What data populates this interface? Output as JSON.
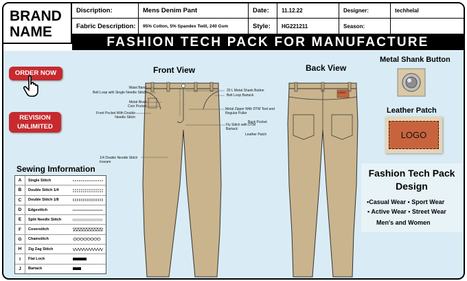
{
  "header": {
    "brand": "BRAND NAME",
    "discription_label": "Discription:",
    "discription_value": "Mens Denim Pant",
    "fabric_label": "Fabric Description:",
    "fabric_value": "95% Cotton, 5% Spandex Twill, 240 Gsm",
    "date_label": "Date:",
    "date_value": "11.12.22",
    "style_label": "Style:",
    "style_value": "HG221211",
    "designer_label": "Designer:",
    "designer_value": "techhelal",
    "season_label": "Season:",
    "season_value": "",
    "banner": "FASHION TECH PACK FOR MANUFACTURE"
  },
  "buttons": {
    "order_now": "ORDER NOW",
    "revision": "REVISION UNLIMITED"
  },
  "views": {
    "front_title": "Front View",
    "back_title": "Back View",
    "front_callouts_left": [
      "Waist Band",
      "Belt Loop with Single Needle Stitch",
      "Metal Rivet",
      "Coin Pocket",
      "Front Pocket With Double Needle Stitch",
      "1/4 Double Needle Stitch Inseam"
    ],
    "front_callouts_right": [
      "20 L Metal Shank Button",
      "Belt Loop Bartack",
      "Metal Zipper With DTM Teet and Regular Puller",
      "Fly Stitch with DTM Bartack"
    ],
    "back_callouts": [
      "Back Pocket",
      "Leather Patch"
    ],
    "patch_small_text": "LOGO"
  },
  "sewing": {
    "title": "Sewing Imformation",
    "rows": [
      {
        "letter": "A",
        "name": "Single Stitch"
      },
      {
        "letter": "B",
        "name": "Double Stitch 1/4"
      },
      {
        "letter": "C",
        "name": "Double Stitch 1/8"
      },
      {
        "letter": "D",
        "name": "Edgestitch"
      },
      {
        "letter": "E",
        "name": "Split Needle Stitch"
      },
      {
        "letter": "F",
        "name": "Coverstitch"
      },
      {
        "letter": "G",
        "name": "Chainstitch"
      },
      {
        "letter": "H",
        "name": "Zig Zag Stitch"
      },
      {
        "letter": "I",
        "name": "Flat Lock"
      },
      {
        "letter": "J",
        "name": "Bartack"
      }
    ]
  },
  "trims": {
    "button_title": "Metal Shank Button",
    "patch_title": "Leather Patch",
    "patch_logo": "LOGO"
  },
  "ftp": {
    "title": "Fashion Tech Pack Design",
    "line1": "▪Casual Wear  ▪  Sport Wear",
    "line2": "▪ Active Wear ▪ Street Wear",
    "line3": "Men's and Women"
  },
  "colors": {
    "background": "#d9ecf5",
    "pant": "#c9b48d",
    "red_button": "#c62a2f",
    "patch": "#c8643d"
  }
}
